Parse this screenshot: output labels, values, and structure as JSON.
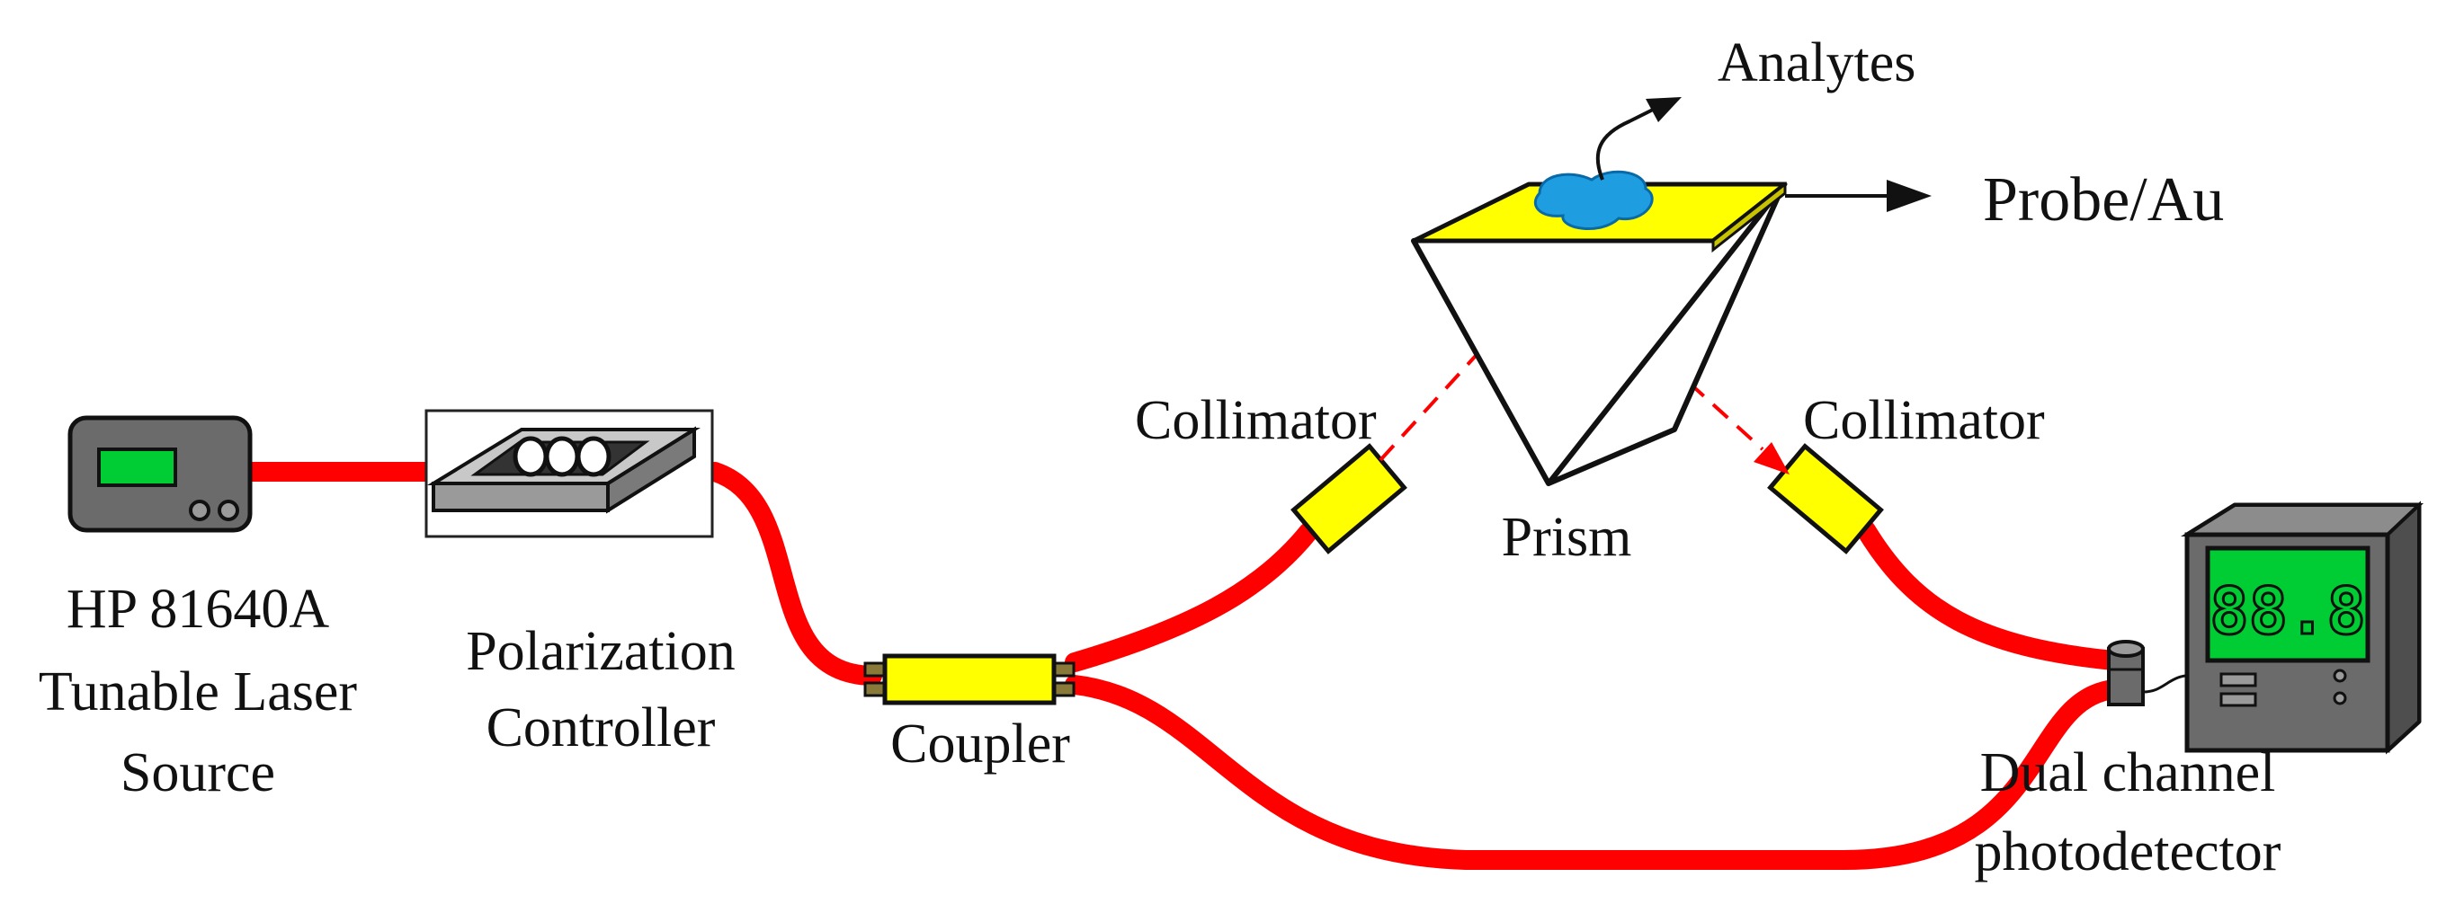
{
  "labels": {
    "laser_line1": "HP 81640A",
    "laser_line2": "Tunable Laser",
    "laser_line3": "Source",
    "polctrl_line1": "Polarization",
    "polctrl_line2": "Controller",
    "coupler": "Coupler",
    "collimator_left": "Collimator",
    "collimator_right": "Collimator",
    "prism": "Prism",
    "analytes": "Analytes",
    "probe": "Probe/Au",
    "detector_line1": "Dual channel",
    "detector_line2": "photodetector",
    "display_readout": "88.8"
  },
  "colors": {
    "fiber": "#ff0000",
    "collimator": "#ffff00",
    "gold_film": "#ffff00",
    "analyte": "#1e9ee0",
    "instrument_body": "#6b6b6b",
    "screen": "#00cc33"
  },
  "icons": [
    "laser-source-icon",
    "polarization-controller-icon",
    "coupler-icon",
    "collimator-icon",
    "prism-icon",
    "photodetector-icon"
  ]
}
